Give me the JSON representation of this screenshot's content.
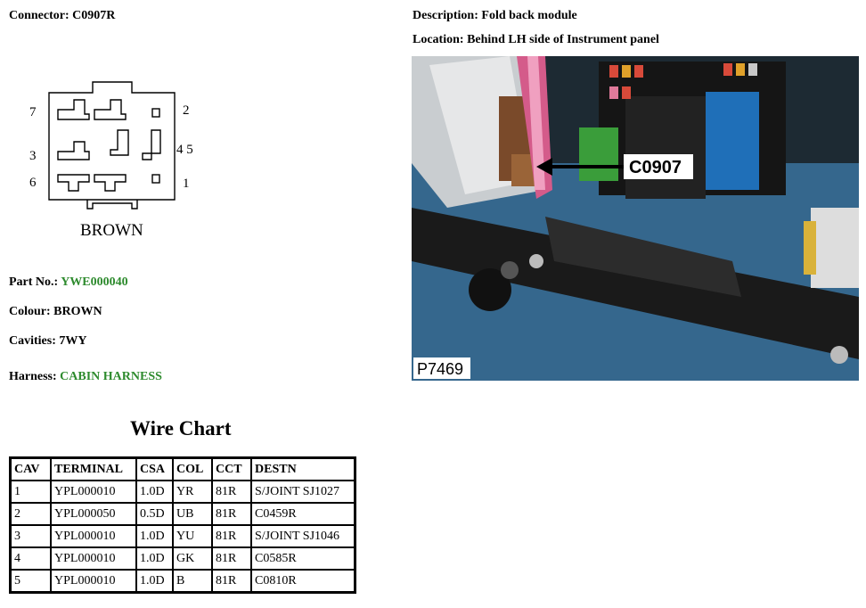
{
  "connector": {
    "label": "Connector:",
    "id": "C0907R",
    "color_text": "BROWN",
    "pin_labels": [
      "7",
      "2",
      "3",
      "4 5",
      "6",
      "1"
    ]
  },
  "description": {
    "label": "Description:",
    "value": "Fold back module"
  },
  "location": {
    "label": "Location:",
    "value": "Behind LH side of Instrument panel"
  },
  "photo": {
    "callout": "C0907",
    "ref": "P7469"
  },
  "part_no": {
    "label": "Part No.:",
    "value": "YWE000040"
  },
  "colour": {
    "label": "Colour:",
    "value": "BROWN"
  },
  "cavities": {
    "label": "Cavities:",
    "value": "7WY"
  },
  "harness": {
    "label": "Harness:",
    "value": "CABIN HARNESS"
  },
  "wire_chart": {
    "title": "Wire Chart",
    "headers": [
      "CAV",
      "TERMINAL",
      "CSA",
      "COL",
      "CCT",
      "DESTN"
    ],
    "rows": [
      [
        "1",
        "YPL000010",
        "1.0D",
        "YR",
        "81R",
        "S/JOINT SJ1027"
      ],
      [
        "2",
        "YPL000050",
        "0.5D",
        "UB",
        "81R",
        "C0459R"
      ],
      [
        "3",
        "YPL000010",
        "1.0D",
        "YU",
        "81R",
        "S/JOINT SJ1046"
      ],
      [
        "4",
        "YPL000010",
        "1.0D",
        "GK",
        "81R",
        "C0585R"
      ],
      [
        "5",
        "YPL000010",
        "1.0D",
        "B",
        "81R",
        "C0810R"
      ]
    ]
  },
  "colors": {
    "link_green": "#2e8b2e",
    "photo_panel": "#2f5f86",
    "harness_fuse": "#1f6fb8"
  }
}
